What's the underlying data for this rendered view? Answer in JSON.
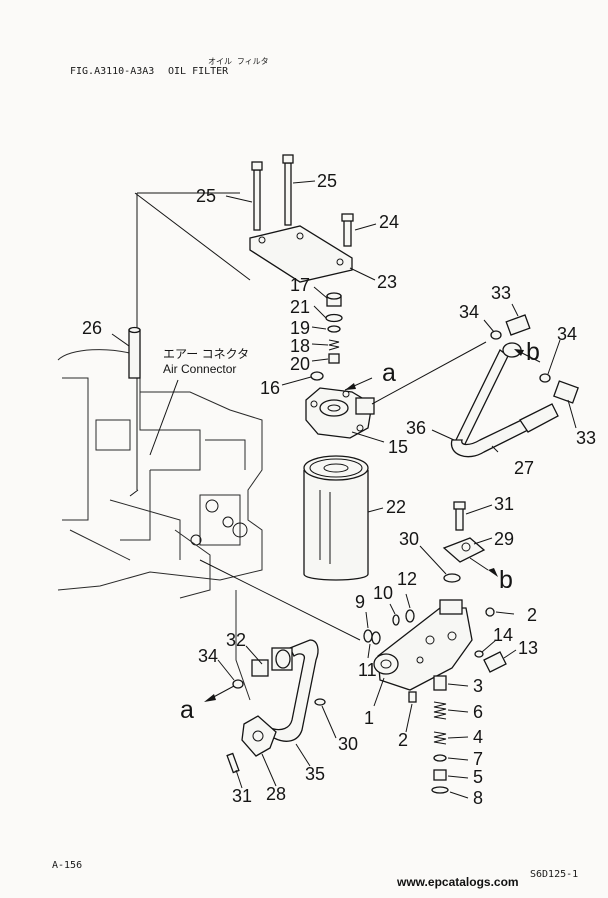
{
  "header": {
    "figure_label": "FIG.A3110-A3A3",
    "title_jp": "オイル フィルタ",
    "title_en": "OIL FILTER"
  },
  "annotation": {
    "jp": "エアー コネクタ",
    "en": "Air Connector"
  },
  "callouts": [
    "25",
    "25",
    "24",
    "23",
    "17",
    "21",
    "19",
    "18",
    "20",
    "16",
    "a",
    "15",
    "26",
    "22",
    "33",
    "34",
    "b",
    "34",
    "33",
    "36",
    "27",
    "31",
    "29",
    "30",
    "b",
    "12",
    "10",
    "9",
    "2",
    "14",
    "13",
    "11",
    "32",
    "34",
    "a",
    "3",
    "6",
    "1",
    "4",
    "2",
    "7",
    "30",
    "5",
    "8",
    "31",
    "28",
    "35"
  ],
  "footer": {
    "page": "A-156",
    "code": "S6D125-1",
    "watermark": "www.epcatalogs.com"
  }
}
